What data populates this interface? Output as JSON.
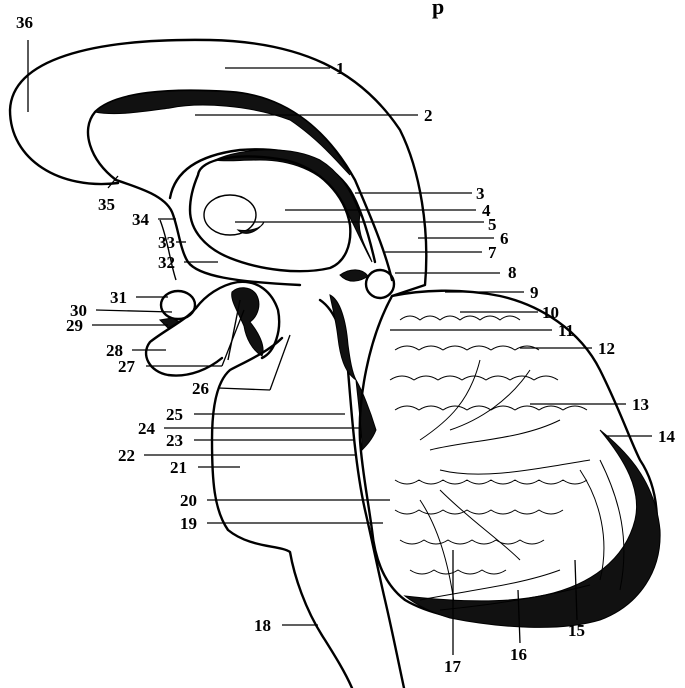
{
  "title_fragment": "р",
  "labels": [
    {
      "id": "1",
      "text": "1"
    },
    {
      "id": "2",
      "text": "2"
    },
    {
      "id": "3",
      "text": "3"
    },
    {
      "id": "4",
      "text": "4"
    },
    {
      "id": "5",
      "text": "5"
    },
    {
      "id": "6",
      "text": "6"
    },
    {
      "id": "7",
      "text": "7"
    },
    {
      "id": "8",
      "text": "8"
    },
    {
      "id": "9",
      "text": "9"
    },
    {
      "id": "10",
      "text": "10"
    },
    {
      "id": "11",
      "text": "11"
    },
    {
      "id": "12",
      "text": "12"
    },
    {
      "id": "13",
      "text": "13"
    },
    {
      "id": "14",
      "text": "14"
    },
    {
      "id": "15",
      "text": "15"
    },
    {
      "id": "16",
      "text": "16"
    },
    {
      "id": "17",
      "text": "17"
    },
    {
      "id": "18",
      "text": "18"
    },
    {
      "id": "19",
      "text": "19"
    },
    {
      "id": "20",
      "text": "20"
    },
    {
      "id": "21",
      "text": "21"
    },
    {
      "id": "22",
      "text": "22"
    },
    {
      "id": "23",
      "text": "23"
    },
    {
      "id": "24",
      "text": "24"
    },
    {
      "id": "25",
      "text": "25"
    },
    {
      "id": "26",
      "text": "26"
    },
    {
      "id": "27",
      "text": "27"
    },
    {
      "id": "28",
      "text": "28"
    },
    {
      "id": "29",
      "text": "29"
    },
    {
      "id": "30",
      "text": "30"
    },
    {
      "id": "31",
      "text": "31"
    },
    {
      "id": "32",
      "text": "32"
    },
    {
      "id": "33",
      "text": "33"
    },
    {
      "id": "34",
      "text": "34"
    },
    {
      "id": "35",
      "text": "35"
    },
    {
      "id": "36",
      "text": "36"
    }
  ]
}
